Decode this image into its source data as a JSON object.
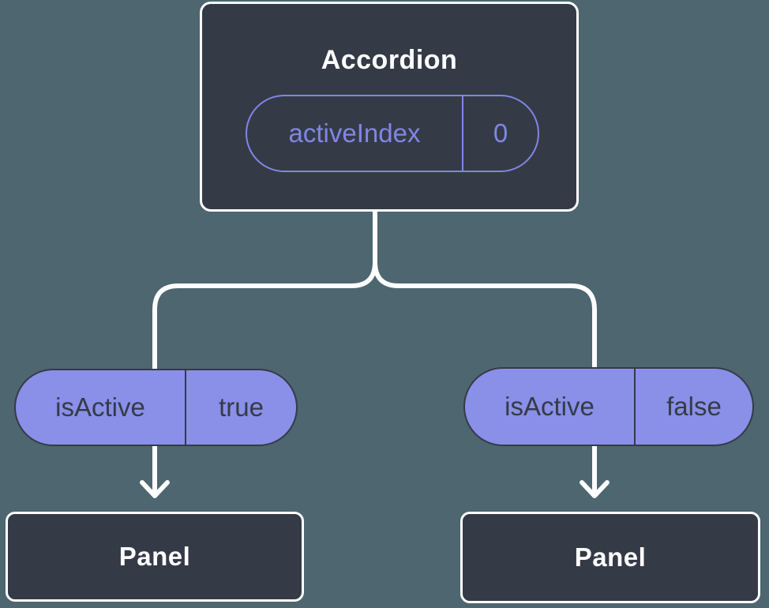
{
  "colors": {
    "background": "#4d6670",
    "box_fill": "#343b47",
    "box_border": "#ffffff",
    "pill_fill": "#8a8fe8",
    "pill_border": "#343b47",
    "state_accent": "#8186e5",
    "connector": "#ffffff",
    "dark_text": "#343b47",
    "light_text": "#ffffff"
  },
  "diagram": {
    "root": {
      "title": "Accordion",
      "state": {
        "name": "activeIndex",
        "value": "0"
      }
    },
    "props": [
      {
        "name": "isActive",
        "value": "true"
      },
      {
        "name": "isActive",
        "value": "false"
      }
    ],
    "children": [
      {
        "title": "Panel"
      },
      {
        "title": "Panel"
      }
    ]
  }
}
